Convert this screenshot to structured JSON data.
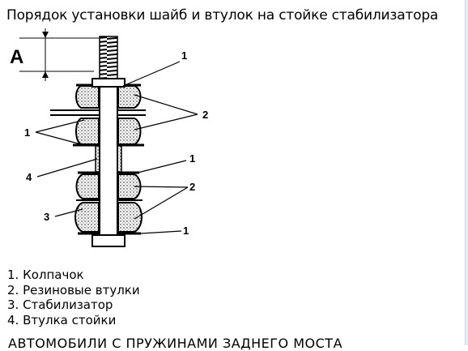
{
  "title": "Порядок установки шайб и втулок на стойке стабилизатора",
  "diagram": {
    "dimension_label": "A",
    "callouts": {
      "top_washer": "1",
      "top_bushings": "2",
      "mid_washers": "1",
      "strut_sleeve": "4",
      "lower_washer": "1",
      "lower_bushings": "2",
      "stabilizer": "3",
      "bottom_washer": "1"
    }
  },
  "legend": [
    "1. Колпачок",
    "2. Резиновые втулки",
    "3. Стабилизатор",
    "4. Втулка стойки"
  ],
  "footer_heading": "АВТОМОБИЛИ С ПРУЖИНАМИ ЗАДНЕГО МОСТА"
}
